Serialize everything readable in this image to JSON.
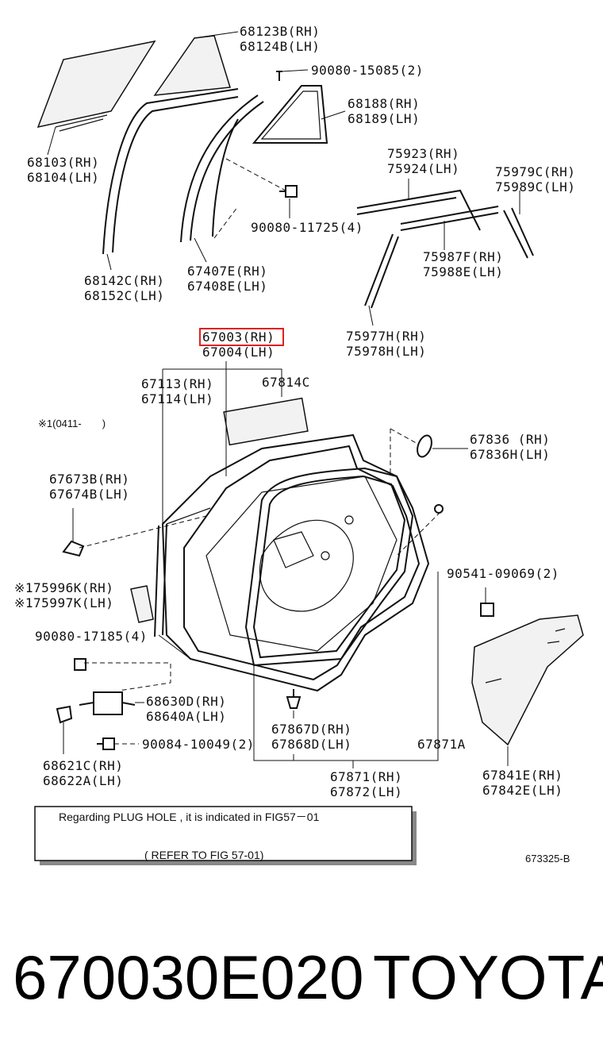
{
  "callouts": {
    "c68123b": "68123B(RH)",
    "c68124b": "68124B(LH)",
    "c90080_15085": "90080-15085(2)",
    "c68188": "68188(RH)",
    "c68189": "68189(LH)",
    "c68103": "68103(RH)",
    "c68104": "68104(LH)",
    "c75923": "75923(RH)",
    "c75924": "75924(LH)",
    "c75979c": "75979C(RH)",
    "c75989c": "75989C(LH)",
    "c90080_11725": "90080-11725(4)",
    "c75987f": "75987F(RH)",
    "c75988e": "75988E(LH)",
    "c68142c": "68142C(RH)",
    "c68152c": "68152C(LH)",
    "c67407e": "67407E(RH)",
    "c67408e": "67408E(LH)",
    "c75977h": "75977H(RH)",
    "c75978h": "75978H(LH)",
    "c67003": "67003(RH)",
    "c67004": "67004(LH)",
    "c67113": "67113(RH)",
    "c67114": "67114(LH)",
    "c67814c": "67814C",
    "note1": "※1(0411-　　)",
    "c67836": "67836 (RH)",
    "c67836h": "67836H(LH)",
    "c67673b": "67673B(RH)",
    "c67674b": "67674B(LH)",
    "c90541": "90541-09069(2)",
    "c75996k": "※175996K(RH)",
    "c75997k": "※175997K(LH)",
    "c90080_17185": "90080-17185(4)",
    "c68630d": "68630D(RH)",
    "c68640a": "68640A(LH)",
    "c67867d": "67867D(RH)",
    "c67868d": "67868D(LH)",
    "c67871a": "67871A",
    "c90084": "90084-10049(2)",
    "c68621c": "68621C(RH)",
    "c68622a": "68622A(LH)",
    "c67871": "67871(RH)",
    "c67872": "67872(LH)",
    "c67841e": "67841E(RH)",
    "c67842e": "67842E(LH)"
  },
  "notice": {
    "line1": "Regarding PLUG HOLE , it is indicated in FIG57－01",
    "line2": "( REFER TO FIG 57-01)"
  },
  "figure_code": "673325-B",
  "footer": {
    "part_number": "670030E020",
    "brand": "TOYOTA"
  },
  "highlight_color": "#e02020"
}
